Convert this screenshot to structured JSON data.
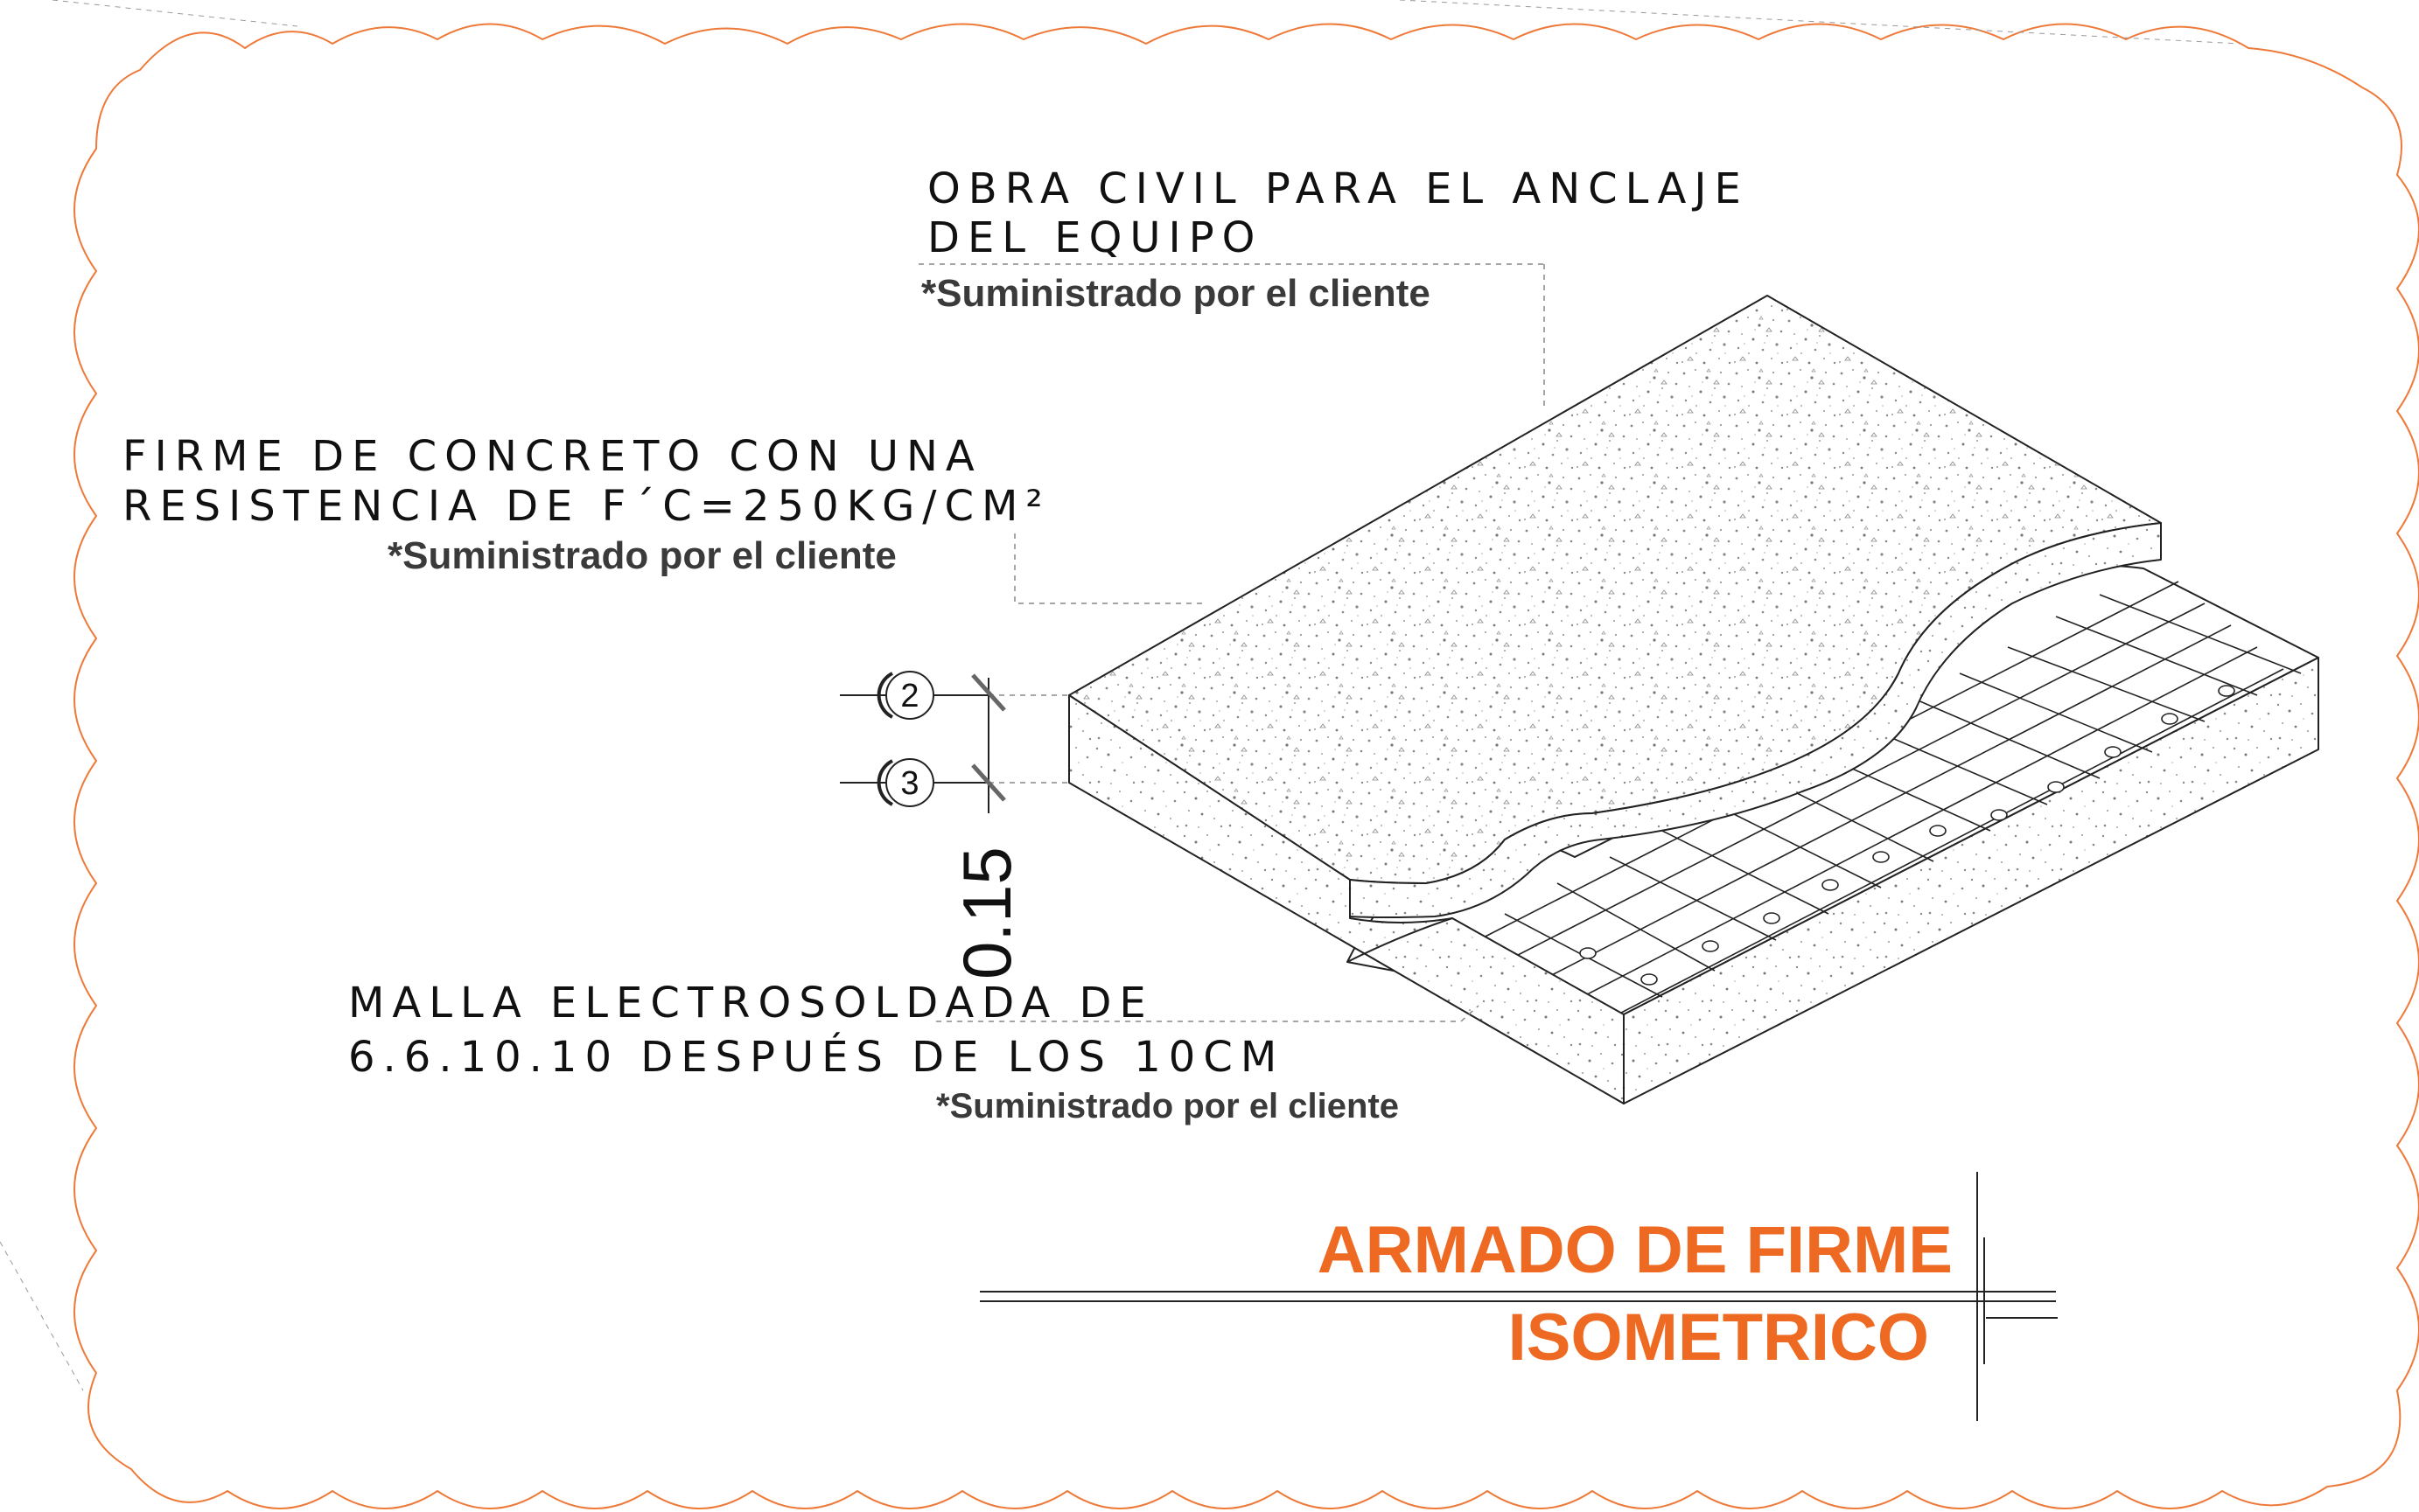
{
  "notes": {
    "anchor": {
      "line1": "OBRA CIVIL PARA EL ANCLAJE",
      "line2": "DEL EQUIPO",
      "sub": "*Suministrado por el cliente"
    },
    "slab": {
      "line1": "FIRME DE CONCRETO CON UNA",
      "line2": "RESISTENCIA DE F´C=250KG/CM²",
      "sub": "*Suministrado por el cliente"
    },
    "mesh": {
      "line1": "MALLA ELECTROSOLDADA DE",
      "line2": "6.6.10.10 DESPUÉS DE LOS 10CM",
      "sub": "*Suministrado por el cliente"
    }
  },
  "callouts": [
    "2",
    "3"
  ],
  "dimension": "0.15",
  "title": {
    "main": "ARMADO DE FIRME",
    "sub": "ISOMETRICO"
  },
  "colors": {
    "accent": "#ee6a22",
    "cloud": "#ee7a3a",
    "line": "#222222"
  }
}
